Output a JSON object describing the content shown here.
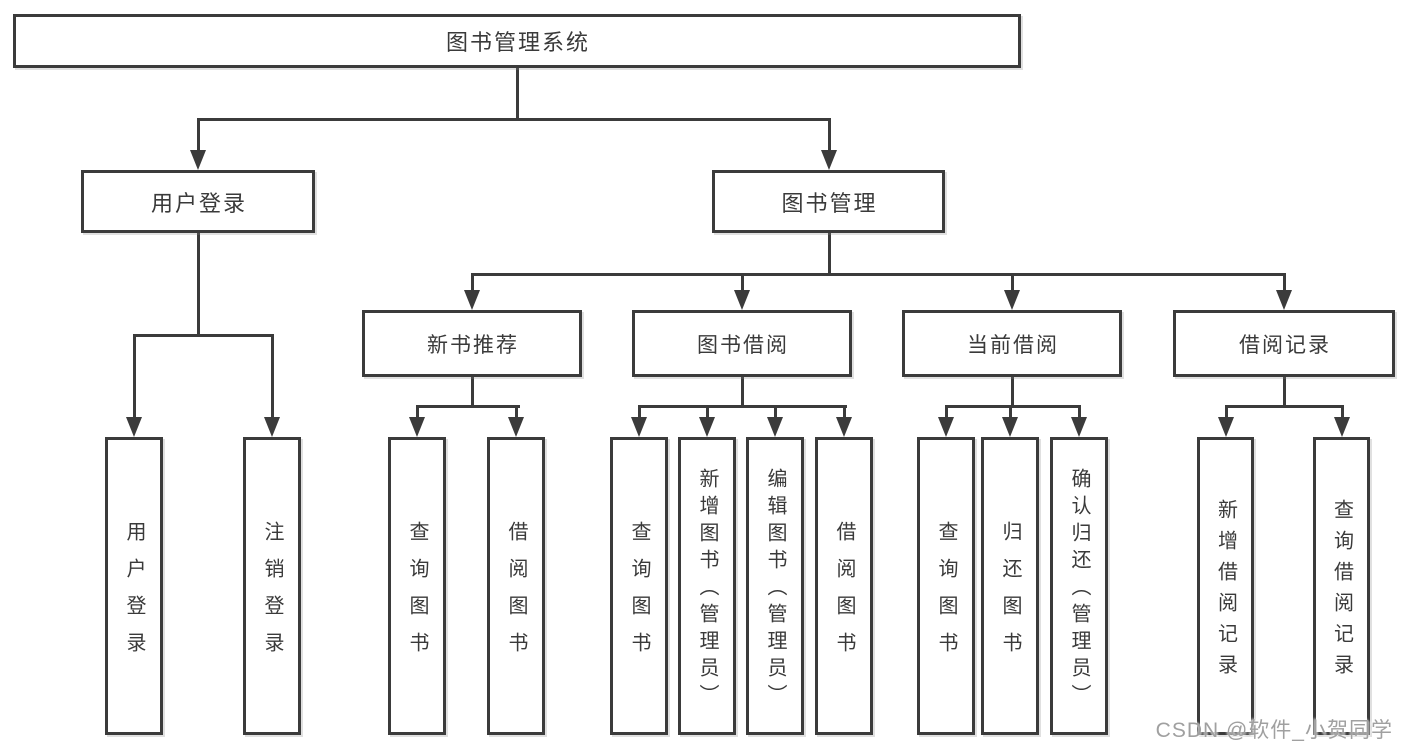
{
  "colors": {
    "line": "#3b3b3b",
    "text": "#3a3a3a",
    "watermark_text": "#a0a0a0",
    "background": "#ffffff"
  },
  "diagram": {
    "title_node": {
      "label": "图书管理系统"
    },
    "branches": [
      {
        "label": "用户登录",
        "children": [
          {
            "label": "用户登录"
          },
          {
            "label": "注销登录"
          }
        ]
      },
      {
        "label": "图书管理",
        "children": [
          {
            "label": "新书推荐",
            "children": [
              {
                "label": "查询图书"
              },
              {
                "label": "借阅图书"
              }
            ]
          },
          {
            "label": "图书借阅",
            "children": [
              {
                "label": "查询图书"
              },
              {
                "label": "新增图书（管理员）"
              },
              {
                "label": "编辑图书（管理员）"
              },
              {
                "label": "借阅图书"
              }
            ]
          },
          {
            "label": "当前借阅",
            "children": [
              {
                "label": "查询图书"
              },
              {
                "label": "归还图书"
              },
              {
                "label": "确认归还（管理员）"
              }
            ]
          },
          {
            "label": "借阅记录",
            "children": [
              {
                "label": "新增借阅记录"
              },
              {
                "label": "查询借阅记录"
              }
            ]
          }
        ]
      }
    ]
  },
  "watermark": {
    "text": "CSDN @软件_小贺同学"
  }
}
